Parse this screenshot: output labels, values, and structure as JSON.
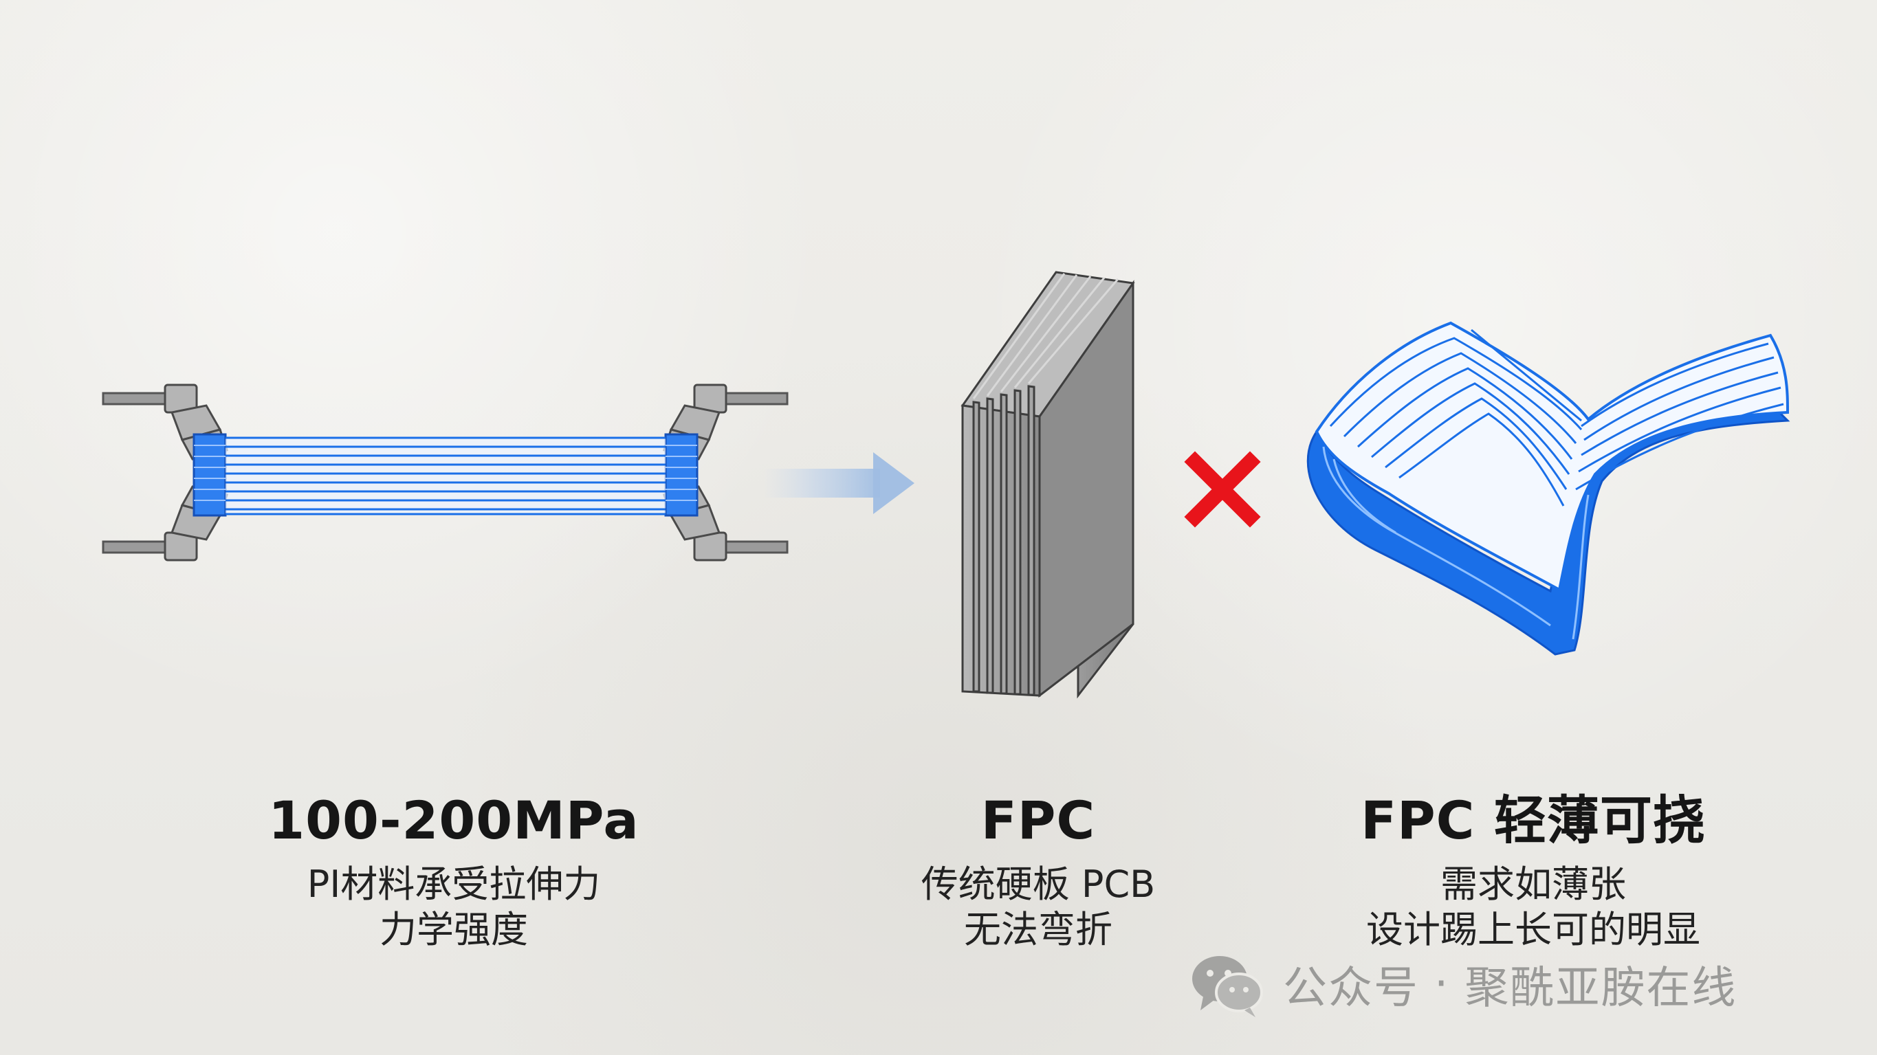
{
  "captions": {
    "left": {
      "title": "100-200MPa",
      "line1": "PI材料承受拉伸力",
      "line2": "力学强度"
    },
    "middle": {
      "title": "FPC",
      "line1": "传统硬板 PCB",
      "line2": "无法弯折"
    },
    "right": {
      "title": "FPC 轻薄可挠",
      "line1": "需求如薄张",
      "line2": "设计踢上长可的明显"
    }
  },
  "watermark": {
    "icon": "wechat-icon",
    "label": "公众号",
    "separator": "·",
    "account": "聚酰亚胺在线"
  },
  "icons": [
    "tensile-clamp-icon",
    "arrow-right-icon",
    "rigid-pcb-stack-icon",
    "cross-mark-icon",
    "flexible-fpc-icon"
  ],
  "colors": {
    "film_blue": "#1a6fe8",
    "film_light": "#e6f0ff",
    "cross_red": "#e8141b",
    "pcb_gray": "#8e8e8e",
    "pcb_dark": "#5b5b5b",
    "text": "#161616",
    "watermark": "#9a9a98"
  }
}
